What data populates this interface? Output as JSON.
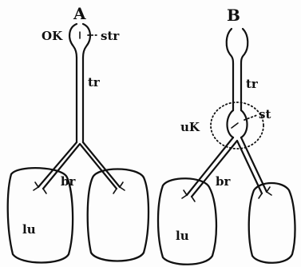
{
  "figure": {
    "panel_a": {
      "title": "A",
      "labels": {
        "upper_larynx": "OK",
        "vocal_cords": "str",
        "trachea": "tr",
        "bronchi": "br",
        "lung": "lu"
      }
    },
    "panel_b": {
      "title": "B",
      "labels": {
        "lower_larynx": "uK",
        "syrinx": "st",
        "trachea": "tr",
        "bronchi": "br",
        "lung": "lu"
      }
    }
  }
}
